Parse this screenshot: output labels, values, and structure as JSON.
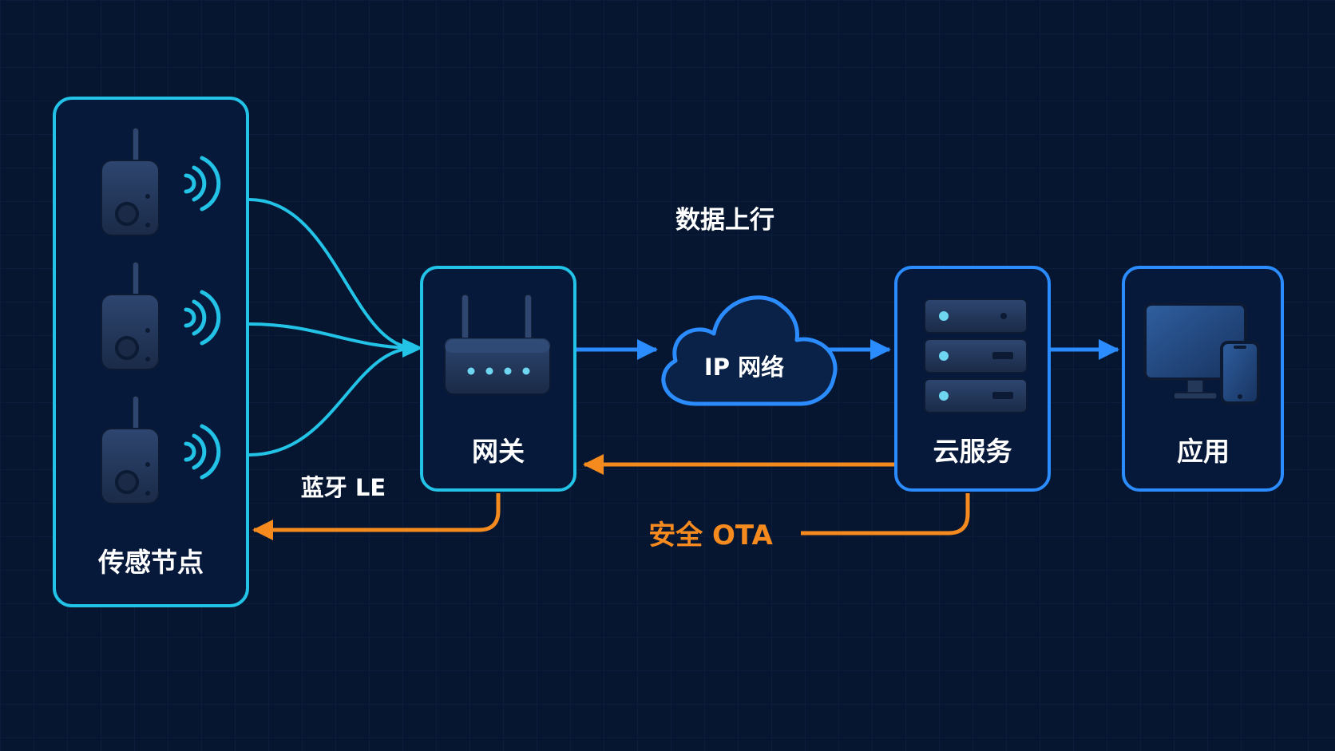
{
  "nodes": {
    "sensors": "传感节点",
    "gateway": "网关",
    "cloud_network": "IP 网络",
    "cloud_service": "云服务",
    "application": "应用"
  },
  "links": {
    "uplink": "数据上行",
    "ble": "蓝牙 LE",
    "ota": "安全 OTA"
  },
  "colors": {
    "background": "#061631",
    "cyan": "#22c3e6",
    "blue": "#2b8cff",
    "orange": "#f58a1f",
    "device_fill": "#24385a"
  },
  "icons": [
    "sensor-device-icon",
    "wireless-signal-icon",
    "router-icon",
    "cloud-icon",
    "server-rack-icon",
    "monitor-icon",
    "smartphone-icon"
  ]
}
